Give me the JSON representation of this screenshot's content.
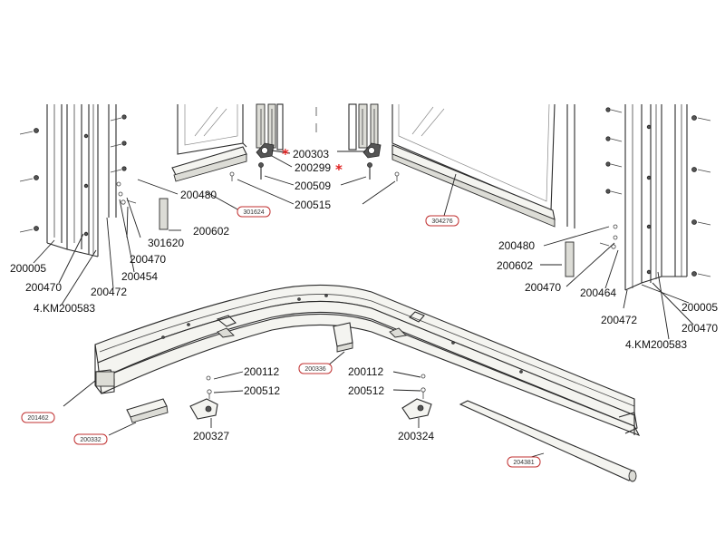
{
  "accent_color": "#e02020",
  "part_numbers": {
    "p200303": "200303",
    "p200299": "200299",
    "p200509": "200509",
    "p200515": "200515",
    "p200480_l": "200480",
    "p200602_l": "200602",
    "p301620": "301620",
    "p200470_l": "200470",
    "p200454": "200454",
    "p200472_l": "200472",
    "p200005_l": "200005",
    "p200470_l2": "200470",
    "p4km_l": "4.KM200583",
    "p200480_r": "200480",
    "p200602_r": "200602",
    "p200470_r": "200470",
    "p200464": "200464",
    "p200472_r": "200472",
    "p200005_r": "200005",
    "p200470_r2": "200470",
    "p4km_r": "4.KM200583",
    "p200112_l": "200112",
    "p200512_l": "200512",
    "p200327": "200327",
    "p200112_r": "200112",
    "p200512_r": "200512",
    "p200324": "200324"
  },
  "tags": {
    "t301624": "301624",
    "t304276": "304276",
    "t200336": "200336",
    "t201462": "201462",
    "t200332": "200332",
    "t204381": "204381"
  },
  "markers": {
    "star_200303": "*",
    "star_200299": "*"
  }
}
